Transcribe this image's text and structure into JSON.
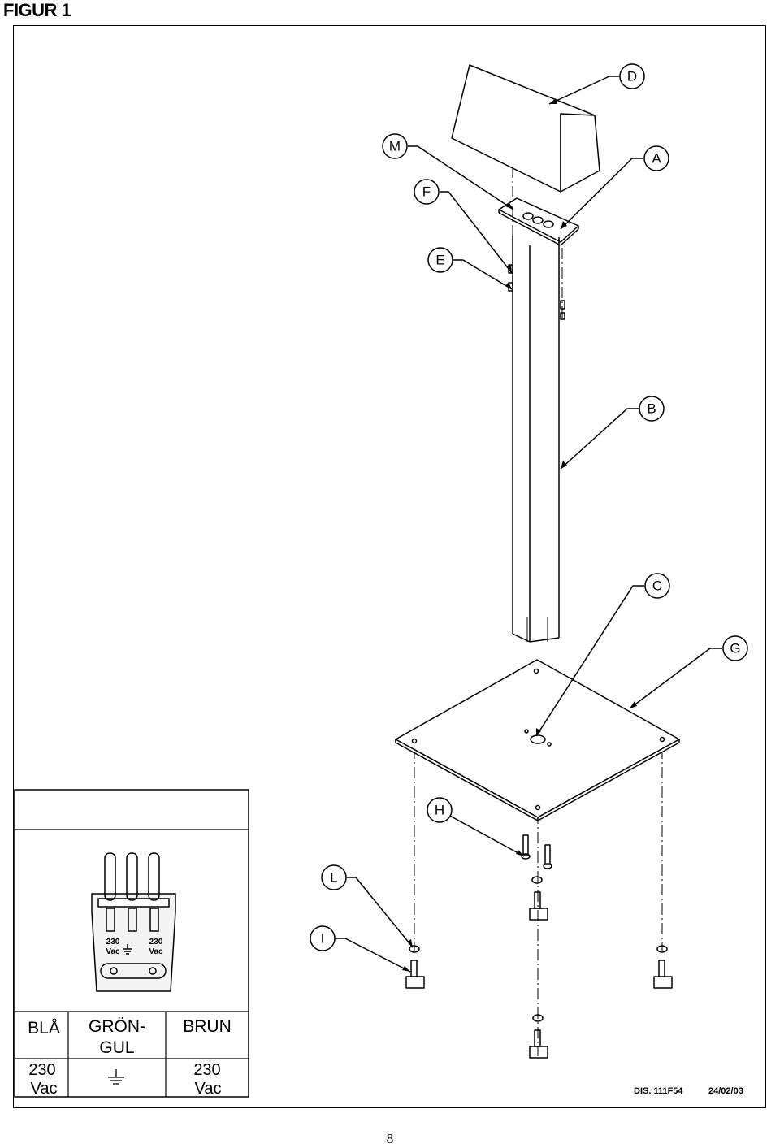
{
  "header": {
    "title": "FIGUR 1"
  },
  "callouts": [
    "D",
    "M",
    "A",
    "F",
    "E",
    "B",
    "C",
    "G",
    "H",
    "L",
    "I"
  ],
  "connector": {
    "terminal_left": "230",
    "terminal_left_unit": "Vac",
    "terminal_right": "230",
    "terminal_right_unit": "Vac"
  },
  "wiring_table": {
    "headers": [
      "BLÅ",
      "GRÖN-",
      "GUL",
      "BRUN"
    ],
    "volt_left": "230",
    "volt_left_unit": "Vac",
    "volt_right": "230",
    "volt_right_unit": "Vac"
  },
  "stamp": {
    "drawing_no": "DIS. 111F54",
    "date": "24/02/03"
  },
  "footer": {
    "page_number": "8"
  },
  "colors": {
    "line": "#000000",
    "background": "#ffffff",
    "panel": "#eeeeee"
  }
}
